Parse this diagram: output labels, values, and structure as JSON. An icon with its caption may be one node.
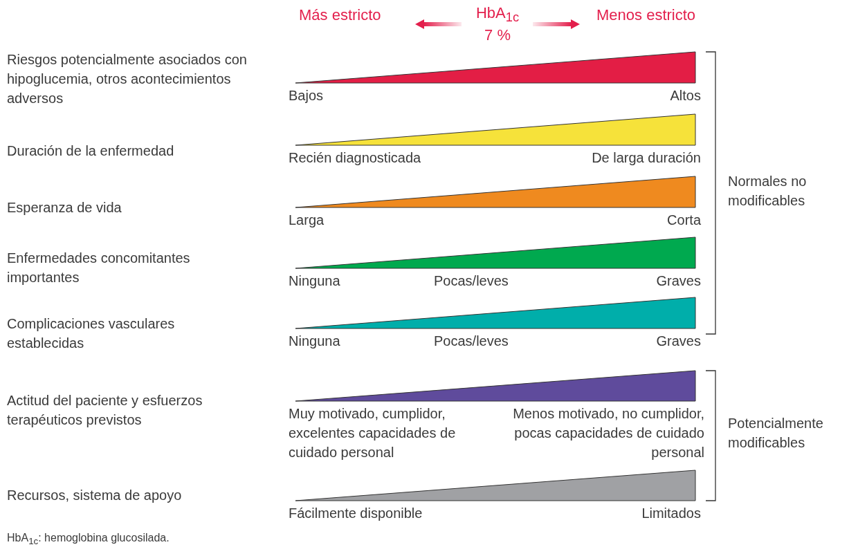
{
  "diagram": {
    "nodes": [
      {
        "text": [],
        "shape": "triangle",
        "beside": [
          "Bajos",
          "Altos"
        ]
      },
      {
        "text": [],
        "shape": "triangle",
        "beside": [
          "Recién diagnosticada",
          "De larga duración"
        ]
      },
      {
        "text": [],
        "shape": "triangle",
        "beside": [
          "Larga",
          "Corta"
        ]
      },
      {
        "text": [],
        "shape": "triangle",
        "beside": [
          "Ninguna",
          "Pocas/leves",
          "Graves"
        ]
      },
      {
        "text": [],
        "shape": "triangle",
        "beside": [
          "Ninguna",
          "Pocas/leves",
          "Graves"
        ]
      },
      {
        "text": [],
        "shape": "triangle",
        "beside": [
          "Muy motivado, cumplidor, excelentes capacidades de cuidado personal",
          "Menos motivado, no cumplidor, pocas capacidades de cuidado personal"
        ]
      },
      {
        "text": [],
        "shape": "triangle",
        "beside": [
          "Fácilmente disponible",
          "Limitados"
        ]
      }
    ],
    "labels": [
      "Más estricto",
      "HbA$_{1c}$ 7 %",
      "Menos estricto",
      "Riesgos potencialmente asociados con hipoglucemia, otros acontecimientos adversos",
      "Duración de la enfermedad",
      "Esperanza de vida",
      "Enfermedades concomitantes importantes",
      "Complicaciones vasculares establecidas",
      "Actitud del paciente y esfuerzos terapéuticos previstos",
      "Recursos, sistema de apoyo",
      "Normales no modificables",
      "Potencialmente modificables",
      "HbA$_{1c}$: hemoglobina glucosilada."
    ]
  }
}
